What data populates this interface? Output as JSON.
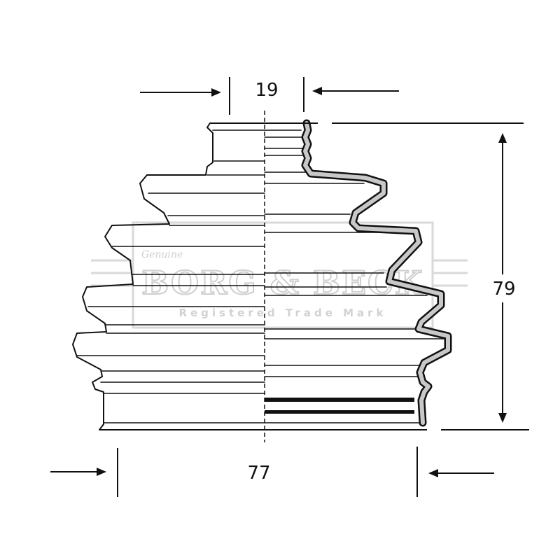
{
  "dimensions": {
    "top_width": "19",
    "height": "79",
    "bottom_width": "77"
  },
  "watermark": {
    "script": "Genuine",
    "brand": "BORG & BECK",
    "subtitle": "Registered Trade Mark",
    "color": "#d9d9d9"
  },
  "colors": {
    "line": "#111111",
    "section_fill": "#c8c8c8"
  }
}
